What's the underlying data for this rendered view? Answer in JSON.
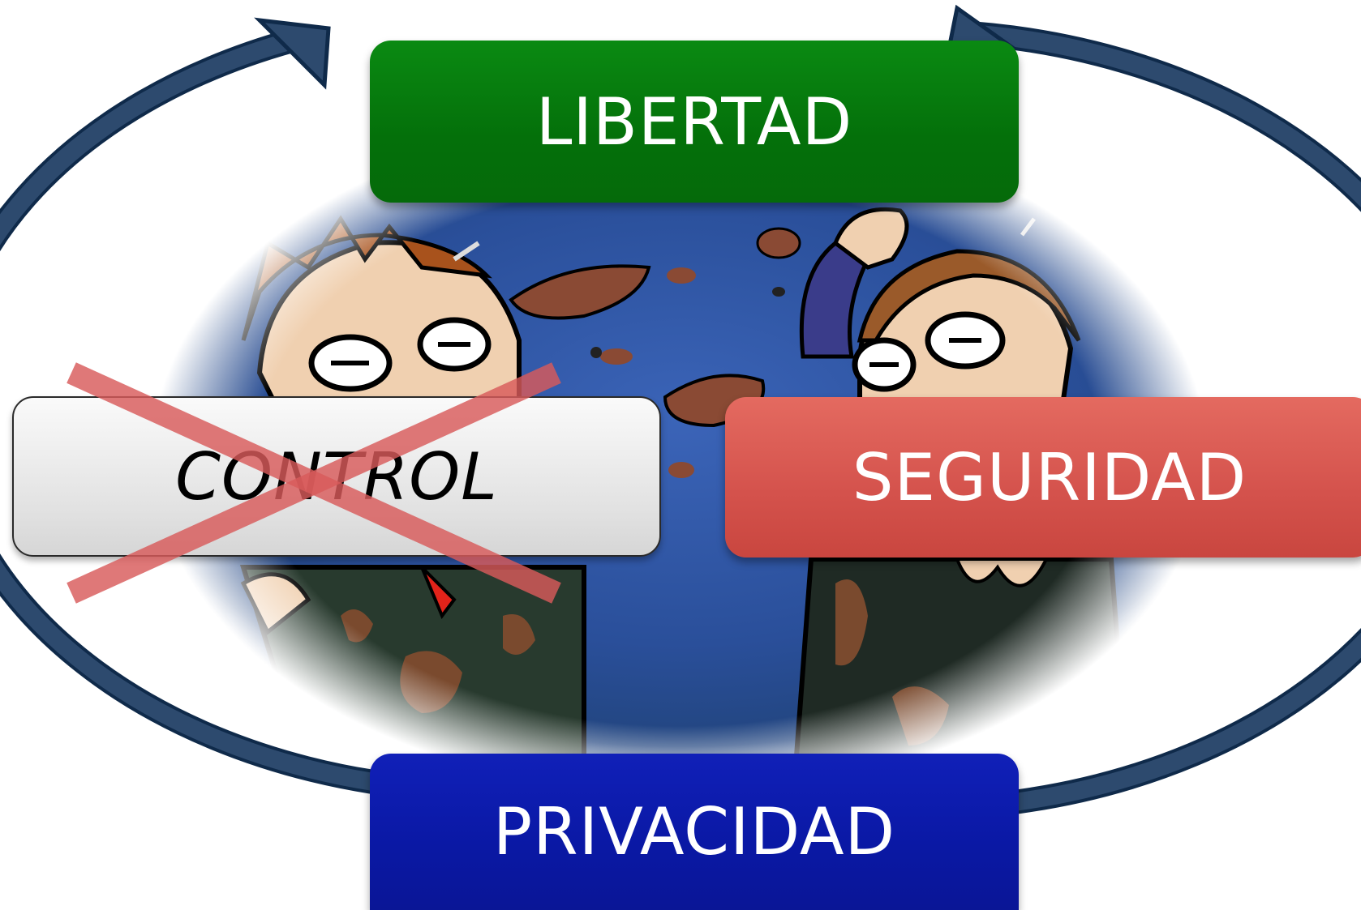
{
  "labels": {
    "libertad": "LIBERTAD",
    "seguridad": "SEGURIDAD",
    "privacidad": "PRIVACIDAD",
    "control": "CONTROL"
  },
  "colors": {
    "libertad": "#057a0c",
    "seguridad": "#d4524c",
    "privacidad": "#0a1aa8",
    "control": "#e8e8e8",
    "cycle_arrow": "#1f3a5c",
    "cross": "#d85a5a",
    "illustration_bg": "#2a4f9a"
  },
  "icons": {
    "cycle": "circular-arrow-icon",
    "crossed_out": "x-mark-icon",
    "illustration": "cartoon-two-men-mud-fight"
  }
}
